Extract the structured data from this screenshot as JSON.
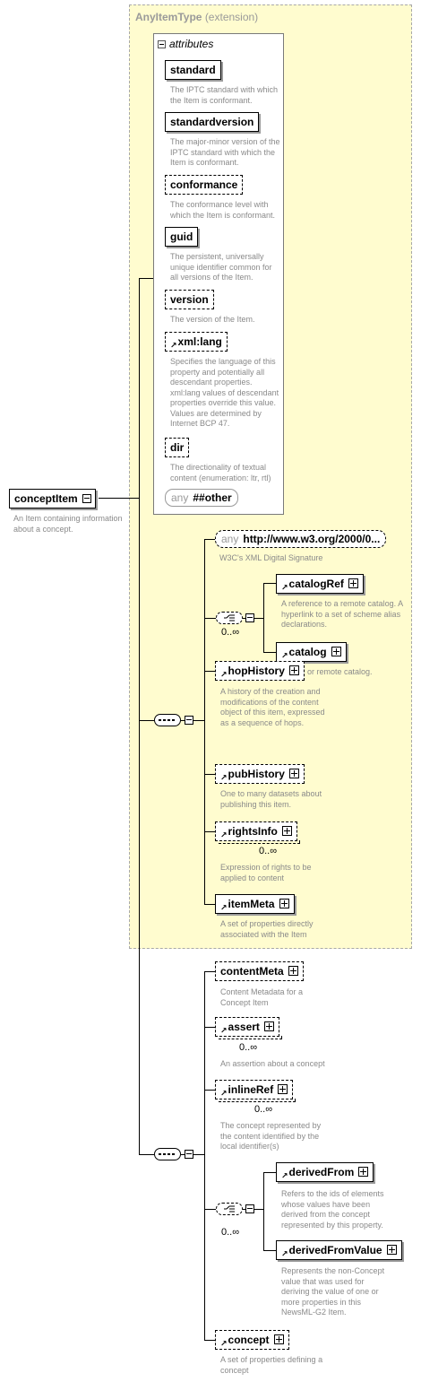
{
  "extension": {
    "type_name": "AnyItemType",
    "type_suffix": "(extension)",
    "attributes_label": "attributes"
  },
  "root": {
    "name": "conceptItem",
    "description": "An Item containing information about a concept."
  },
  "attributes": [
    {
      "name": "standard",
      "description": "The IPTC standard with which the Item is conformant."
    },
    {
      "name": "standardversion",
      "description": "The major-minor version of the IPTC standard with which the Item is conformant."
    },
    {
      "name": "conformance",
      "description": "The conformance level with which the Item is conformant."
    },
    {
      "name": "guid",
      "description": "The persistent, universally unique identifier common for all versions of the Item."
    },
    {
      "name": "version",
      "description": "The version of the Item."
    },
    {
      "name": "xml:lang",
      "description": "Specifies the language of this property and potentially all descendant properties. xml:lang values of descendant properties override this value. Values are determined by Internet BCP 47."
    },
    {
      "name": "dir",
      "description": "The directionality of textual content (enumeration: ltr, rtl)"
    }
  ],
  "any_attribute": {
    "label": "any",
    "value": "##other"
  },
  "signature": {
    "label": "any",
    "value": "http://www.w3.org/2000/0...",
    "description": "W3C's XML Digital Signature"
  },
  "choice1": {
    "occurrence": "0..∞",
    "items": [
      {
        "name": "catalogRef",
        "description": "A reference to a remote catalog. A hyperlink to a set of scheme alias declarations."
      },
      {
        "name": "catalog",
        "description": "A local or remote catalog."
      }
    ]
  },
  "base_elements": [
    {
      "name": "hopHistory",
      "description": "A history of the creation and modifications of the content object of this item, expressed as a sequence of hops."
    },
    {
      "name": "pubHistory",
      "description": "One to many datasets about publishing this item."
    },
    {
      "name": "rightsInfo",
      "occurrence": "0..∞",
      "description": "Expression of rights to be applied to content"
    },
    {
      "name": "itemMeta",
      "description": "A set of properties directly associated with the Item"
    }
  ],
  "concept_elements": [
    {
      "name": "contentMeta",
      "description": "Content Metadata for a Concept Item"
    },
    {
      "name": "assert",
      "occurrence": "0..∞",
      "description": "An assertion about a concept"
    },
    {
      "name": "inlineRef",
      "occurrence": "0..∞",
      "description": "The concept represented by the content identified by the local identifier(s)"
    }
  ],
  "choice2": {
    "occurrence": "0..∞",
    "items": [
      {
        "name": "derivedFrom",
        "description": "Refers to the ids of elements whose values have been derived from the concept represented by this property."
      },
      {
        "name": "derivedFromValue",
        "description": "Represents the non-Concept value that was used for deriving the value of one or more properties in this NewsML-G2 Item."
      }
    ]
  },
  "concept": {
    "name": "concept",
    "description": "A set of properties defining a concept"
  }
}
